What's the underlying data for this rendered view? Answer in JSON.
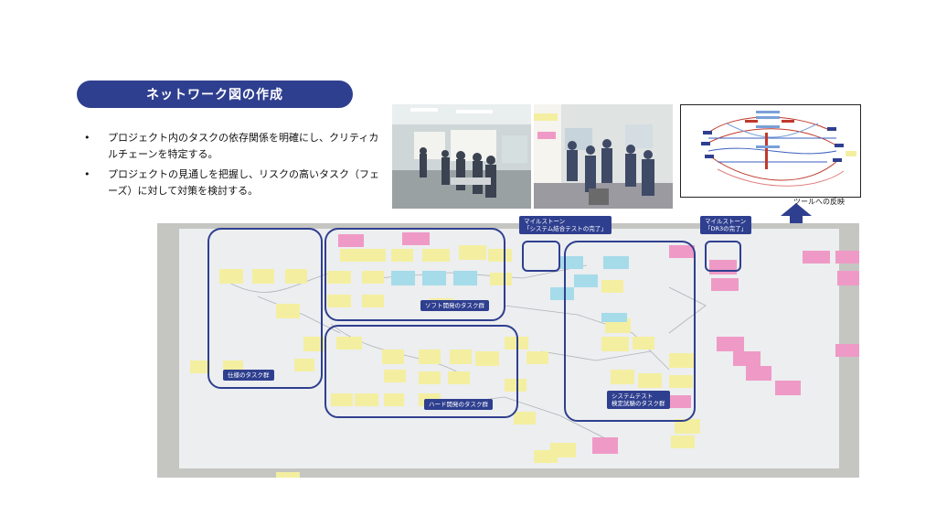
{
  "title": "ネットワーク図の作成",
  "bullets": [
    "プロジェクト内のタスクの依存関係を明確にし、クリティカルチェーンを特定する。",
    "プロジェクトの見通しを把握し、リスクの高いタスク（フェーズ）に対して対策を検討する。"
  ],
  "bullet_symbol": "•",
  "tool_caption": "ツールへの反映",
  "milestones": [
    "マイルストーン\n「システム結合テストの完了」",
    "マイルストーン\n「DR3の完了」"
  ],
  "groups": {
    "spec": "仕様のタスク群",
    "software": "ソフト開発のタスク群",
    "hardware": "ハード開発のタスク群",
    "system": "システムテスト\n検定試験のタスク群"
  },
  "colors": {
    "brand": "#2f3f8f",
    "sticky_yellow": "#f4efa0",
    "sticky_pink": "#ef9ac6",
    "sticky_blue": "#a6dbe9",
    "board": "#eceef0"
  }
}
